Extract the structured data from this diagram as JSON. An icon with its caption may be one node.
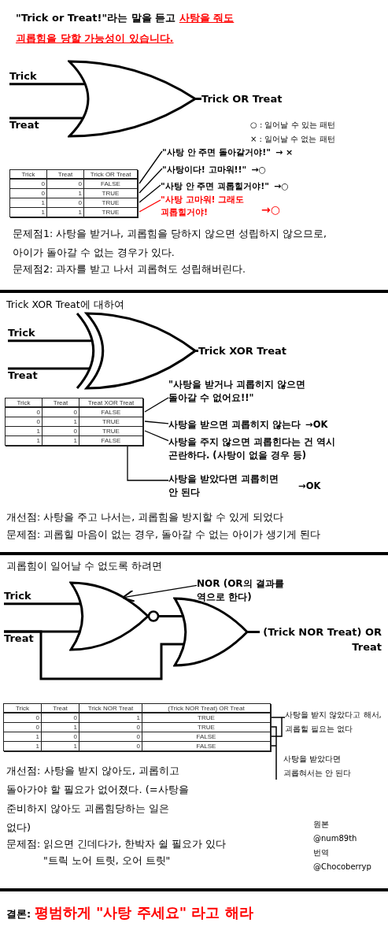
{
  "diagram": {
    "title": "\"Trick or Treat!\"라는 말을 듣고 **사탕을 줘도 괴롭힘을 당할 가능성이 있습니다.**",
    "nodes": [
      {
        "text": [
          "Trick"
        ]
      },
      {
        "text": [
          "Treat"
        ]
      },
      {
        "text": [],
        "shape": "gate"
      },
      {
        "text": [
          "Trick OR Treat"
        ]
      },
      {
        "text": [
          "\"사탕 안 주면 돌아갈거야!\""
        ],
        "beside": [
          "→ ×"
        ]
      },
      {
        "text": [
          "\"사탕이다! 고마워!!\""
        ],
        "beside": [
          "→○"
        ]
      },
      {
        "text": [
          "\"사탕 안 주면 괴롭힐거야!\""
        ],
        "beside": [
          "→○"
        ]
      },
      {
        "text": [
          "\"사탕 고마워! 그래도 괴롭힐거야!"
        ],
        "beside": [
          "→○"
        ]
      },
      {
        "text": [
          "Trick"
        ]
      },
      {
        "text": [
          "Treat"
        ]
      },
      {
        "text": [],
        "shape": "gate"
      },
      {
        "text": [
          "Trick XOR Treat"
        ]
      },
      {
        "text": [
          "\"사탕을 받거나 괴롭히지 않으면 돌아갈 수 없어요!!\""
        ]
      },
      {
        "text": [
          "사탕을 받으면 괴롭히지 않는다"
        ],
        "beside": [
          "→OK"
        ]
      },
      {
        "text": [
          "사탕을 주지 않으면 괴롭힌다는 건 역시 곤란하다. (사탕이 없을 경우 등)"
        ]
      },
      {
        "text": [
          "사탕을 받았다면 괴롭히면 안 된다"
        ],
        "beside": [
          "→OK"
        ]
      },
      {
        "text": [
          "Trick"
        ]
      },
      {
        "text": [
          "Treat"
        ]
      },
      {
        "text": [],
        "shape": "gate"
      },
      {
        "text": [],
        "shape": "gate"
      },
      {
        "text": [
          "(Trick NOR Treat) OR Treat"
        ]
      },
      {
        "text": [
          "NOR (OR의 결과를 역으로 한다)"
        ]
      }
    ],
    "edges": [
      {
        "from": 0,
        "to": 2,
        "arrow": "none"
      },
      {
        "from": 1,
        "to": 2,
        "arrow": "none"
      },
      {
        "from": 2,
        "to": 3,
        "arrow": "none"
      },
      {
        "from": 4,
        "to": null,
        "arrow": "none"
      },
      {
        "from": 5,
        "to": null,
        "arrow": "none"
      },
      {
        "from": 6,
        "to": null,
        "arrow": "none"
      },
      {
        "from": 7,
        "to": null,
        "arrow": "none",
        "color": "#ff0000"
      },
      {
        "from": 8,
        "to": 10,
        "arrow": "none"
      },
      {
        "from": 9,
        "to": 10,
        "arrow": "none"
      },
      {
        "from": 10,
        "to": 11,
        "arrow": "none"
      },
      {
        "from": 12,
        "to": null,
        "arrow": "none"
      },
      {
        "from": 13,
        "to": null,
        "arrow": "none"
      },
      {
        "from": 14,
        "to": null,
        "arrow": "none"
      },
      {
        "from": 15,
        "to": null,
        "arrow": "none"
      },
      {
        "from": 16,
        "to": 18,
        "arrow": "none"
      },
      {
        "from": 17,
        "to": 18,
        "arrow": "none"
      },
      {
        "from": 18,
        "to": 19,
        "arrow": "none"
      },
      {
        "from": 17,
        "to": 19,
        "arrow": "none"
      },
      {
        "from": 19,
        "to": 20,
        "arrow": "none"
      },
      {
        "from": 21,
        "to": 18,
        "arrow": "to"
      }
    ],
    "labels": [
      "○ : 일어날 수 있는 패턴",
      "× : 일어날 수 없는 패턴",
      "Trick",
      "Treat",
      "Trick OR Treat",
      "0",
      "0",
      "FALSE",
      "0",
      "1",
      "TRUE",
      "1",
      "0",
      "TRUE",
      "1",
      "1",
      "TRUE",
      "문제점1: 사탕을 받거나, 괴롭힘을 당하지 않으면 성립하지 않으므로, 아이가 돌아갈 수 없는 경우가 있다.",
      "문제점2: 과자를 받고 나서 괴롭혀도 성립해버린다.",
      "Trick XOR Treat에 대하여",
      "Trick",
      "Treat",
      "Treat XOR Treat",
      "0",
      "0",
      "FALSE",
      "0",
      "1",
      "TRUE",
      "1",
      "0",
      "TRUE",
      "1",
      "1",
      "FALSE",
      "개선점: 사탕을 주고 나서는, 괴롭힘을 방지할 수 있게 되었다",
      "문제점: 괴롭힐 마음이 없는 경우, 돌아갈 수 없는 아이가 생기게 된다",
      "괴롭힘이 일어날 수 없도록 하려면",
      "Trick",
      "Treat",
      "Trick NOR Treat",
      "(Trick NOR Treat) OR Treat",
      "0",
      "0",
      "1",
      "TRUE",
      "0",
      "1",
      "0",
      "TRUE",
      "1",
      "0",
      "0",
      "FALSE",
      "1",
      "1",
      "0",
      "FALSE",
      "사탕을 받지 않았다고 해서, 괴롭힐 필요는 없다",
      "사탕을 받았다면 괴롭혀서는 안 된다",
      "개선점: 사탕을 받지 않아도, 괴롭히고 돌아가야 할 필요가 없어졌다. (=사탕을 준비하지 않아도 괴롭힘당하는 일은 없다)",
      "문제점: 읽으면 긴데다가, 한박자 쉴 필요가 있다",
      "\"트릭 노어 트릿, 오어 트릿\"",
      "원본",
      "@num89th",
      "번역",
      "@Chocoberryp",
      "결론: **평범하게 \"사탕 주세요\" 라고 해라**"
    ]
  }
}
